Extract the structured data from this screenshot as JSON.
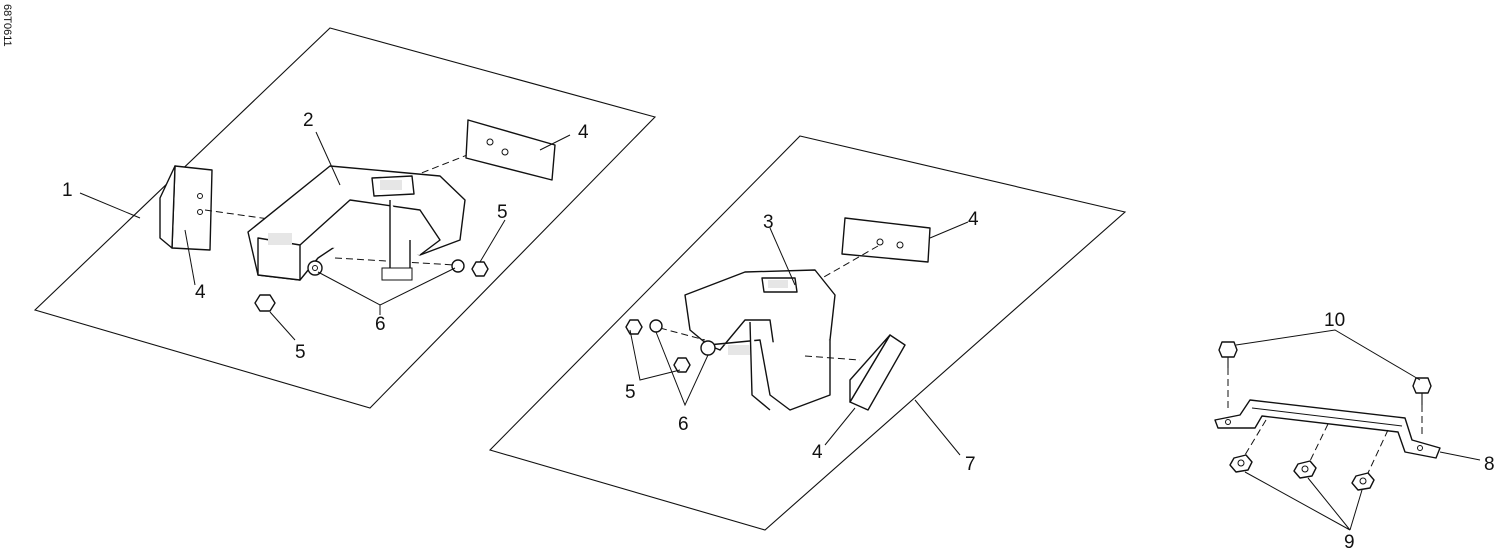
{
  "figure": {
    "side_code": "68T0611",
    "callouts": {
      "c1": "1",
      "c2": "2",
      "c3": "3",
      "c4a": "4",
      "c4b": "4",
      "c4c": "4",
      "c4d": "4",
      "c5a": "5",
      "c5b": "5",
      "c5c": "5",
      "c6a": "6",
      "c6b": "6",
      "c7": "7",
      "c8": "8",
      "c9": "9",
      "c10": "10"
    }
  },
  "colors": {
    "line": "#111111",
    "background": "#ffffff"
  }
}
